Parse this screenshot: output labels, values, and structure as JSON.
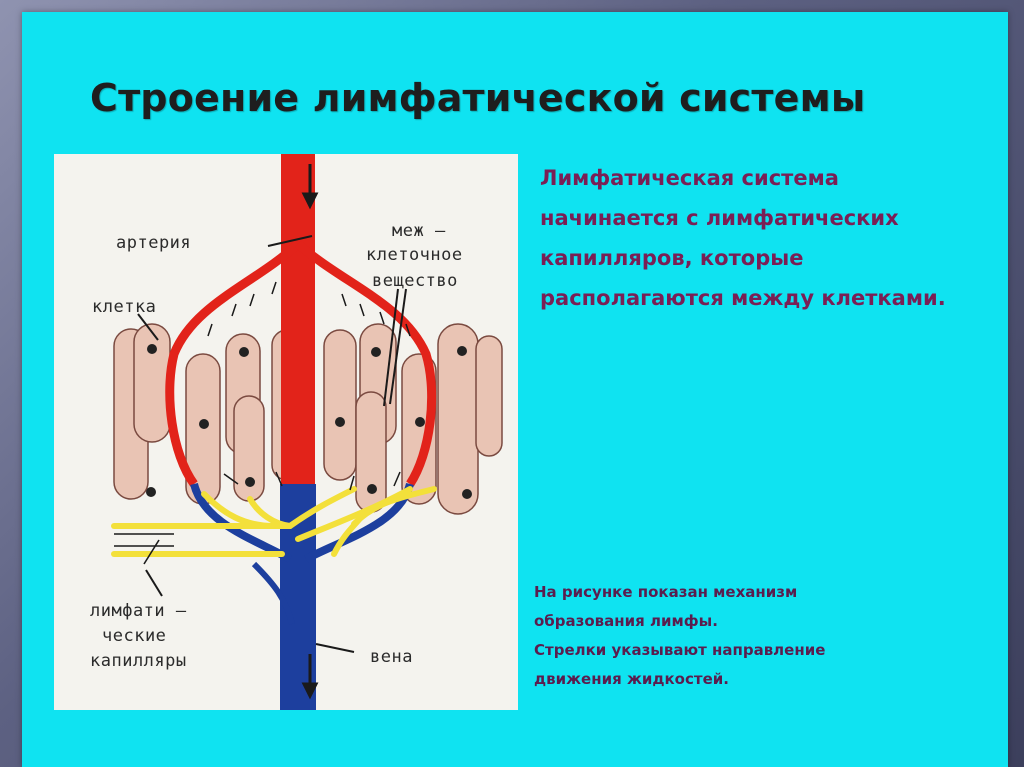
{
  "slide": {
    "title": "Строение лимфатической системы",
    "intro": "Лимфатическая система начинается с лимфатических капилляров, которые располагаются между клетками.",
    "caption_lines": [
      "На рисунке показан механизм",
      "образования лимфы.",
      "Стрелки указывают направление",
      "движения жидкостей."
    ]
  },
  "figure": {
    "labels": {
      "artery": "артерия",
      "cell": "клетка",
      "intercellular_1": "меж —",
      "intercellular_2": "клеточное",
      "intercellular_3": "вещество",
      "capillaries_1": "лимфати —",
      "capillaries_2": "ческие",
      "capillaries_3": "капилляры",
      "vein": "вена"
    }
  },
  "colors": {
    "slide_background": "#0fe3f1",
    "title": "#1e1e1e",
    "intro_text": "#7a1f55",
    "artery": "#e2231a",
    "vein": "#1d3f9e",
    "lymph_vessel": "#f3e03a",
    "cell": "#e9c4b4",
    "nucleus": "#222222"
  }
}
